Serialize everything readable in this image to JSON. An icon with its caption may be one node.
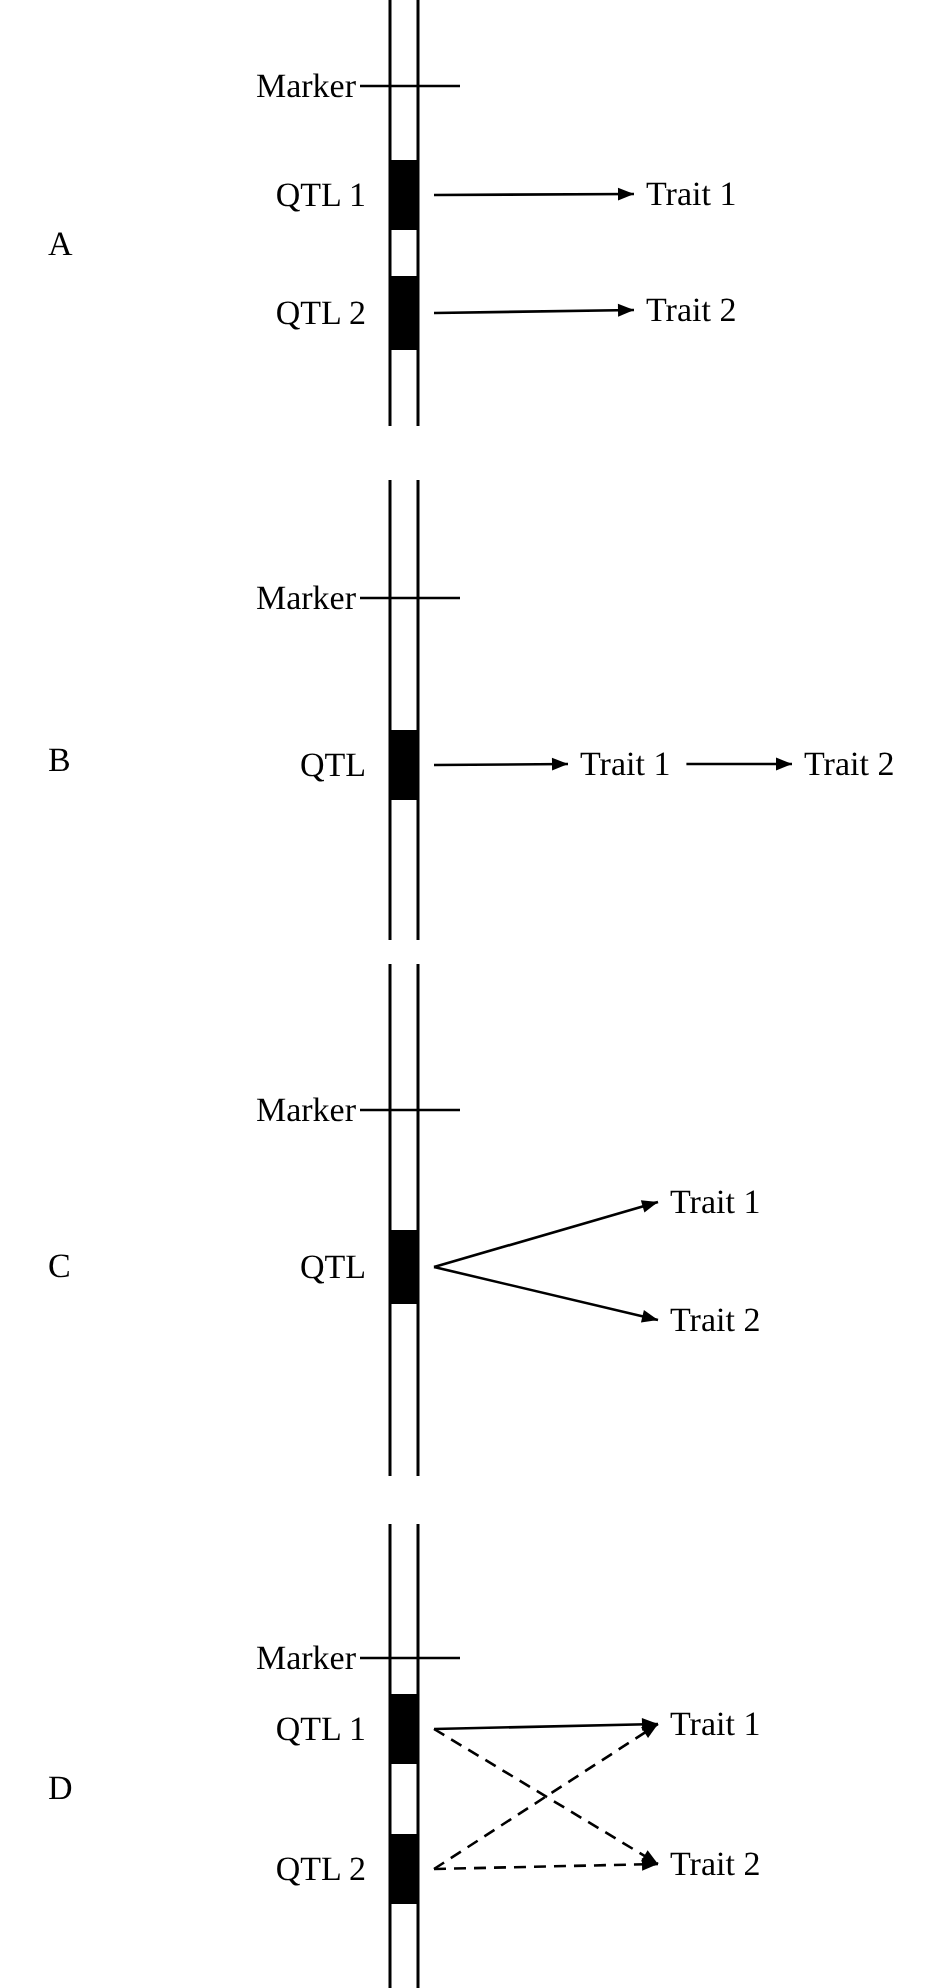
{
  "diagram": {
    "nodes": [
      {
        "text": [
          "QTL 1"
        ]
      },
      {
        "text": [
          "QTL 2"
        ]
      },
      {
        "text": [
          "Trait 1"
        ]
      },
      {
        "text": [
          "Trait 2"
        ]
      },
      {
        "text": [
          "QTL"
        ]
      },
      {
        "text": [
          "Trait 1"
        ]
      },
      {
        "text": [
          "Trait 2"
        ]
      },
      {
        "text": [
          "QTL"
        ]
      },
      {
        "text": [
          "Trait 1"
        ]
      },
      {
        "text": [
          "Trait 2"
        ]
      },
      {
        "text": [
          "QTL 1"
        ]
      },
      {
        "text": [
          "QTL 2"
        ]
      },
      {
        "text": [
          "Trait 1"
        ]
      },
      {
        "text": [
          "Trait 2"
        ]
      }
    ],
    "edges": [
      {
        "from": 0,
        "to": 2,
        "arrow": "to"
      },
      {
        "from": 1,
        "to": 3,
        "arrow": "to"
      },
      {
        "from": 4,
        "to": 5,
        "arrow": "to"
      },
      {
        "from": 5,
        "to": 6,
        "arrow": "to"
      },
      {
        "from": 7,
        "to": 8,
        "arrow": "to"
      },
      {
        "from": 7,
        "to": 9,
        "arrow": "to"
      },
      {
        "from": 10,
        "to": 12,
        "arrow": "to"
      },
      {
        "from": 10,
        "to": 13,
        "arrow": "to",
        "style": "dashed"
      },
      {
        "from": 11,
        "to": 12,
        "arrow": "to",
        "style": "dashed"
      },
      {
        "from": 11,
        "to": 13,
        "arrow": "to",
        "style": "dashed"
      }
    ],
    "labels": [
      "Marker",
      "A",
      "Marker",
      "B",
      "Marker",
      "C",
      "Marker",
      "D"
    ]
  }
}
